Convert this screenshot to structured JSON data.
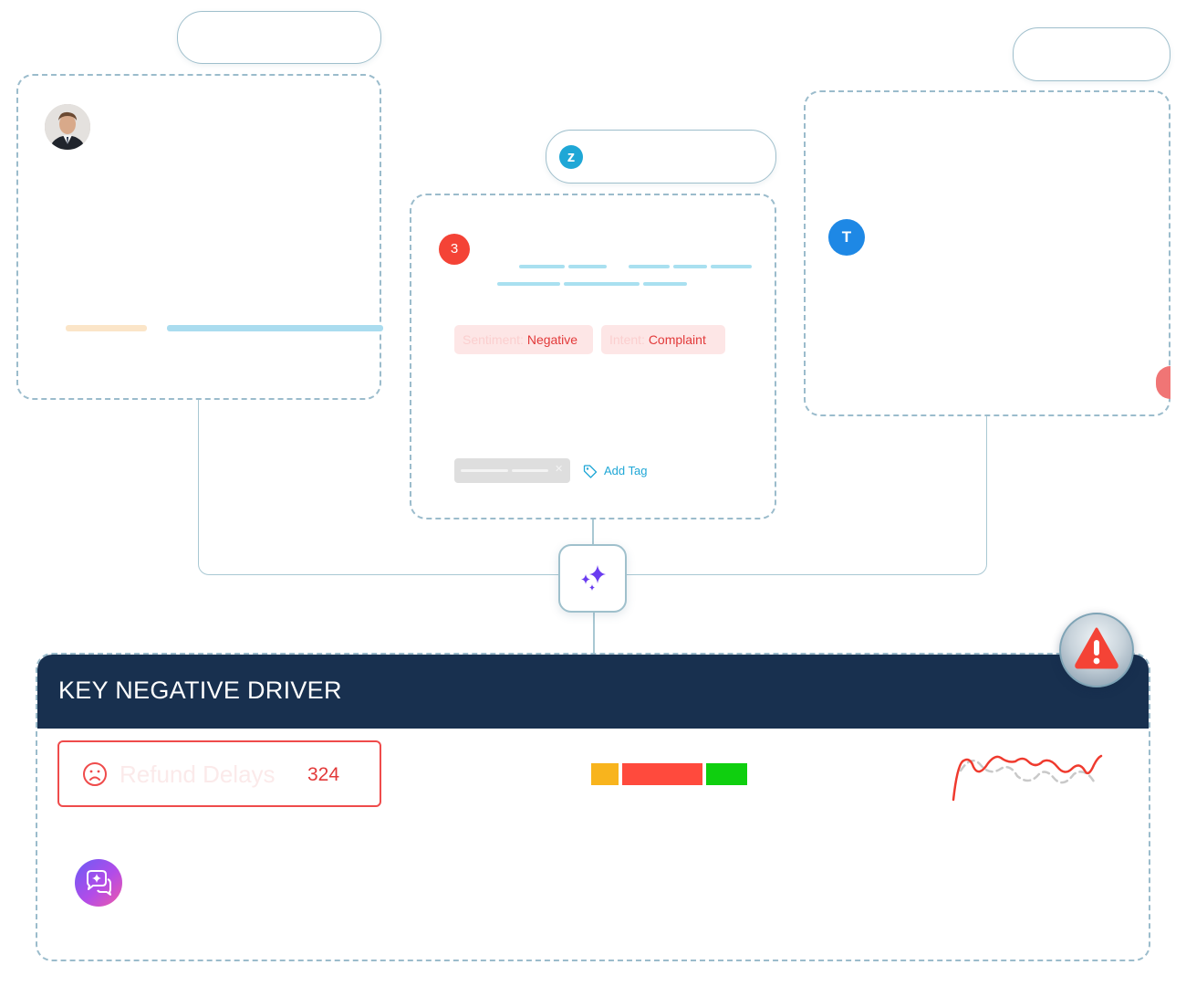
{
  "agent_card": {
    "avatar_alt": "customer avatar"
  },
  "ticket_card": {
    "badge_count": "3",
    "tags": [
      {
        "key": "Sentiment:",
        "value": "Negative"
      },
      {
        "key": "Intent:",
        "value": "Complaint"
      }
    ],
    "add_tag_label": "Add Tag"
  },
  "right_card": {
    "avatar_letter": "T"
  },
  "driver_panel": {
    "title": "KEY NEGATIVE DRIVER",
    "driver": {
      "label": "Refund Delays",
      "count": "324"
    },
    "distribution": [
      {
        "color": "#f8b41d",
        "share": 0.18
      },
      {
        "color": "#ff4a3d",
        "share": 0.52
      },
      {
        "color": "#0fcf0f",
        "share": 0.3
      }
    ]
  },
  "colors": {
    "navy": "#18304f",
    "alert_red": "#f44336",
    "accent_blue": "#1fa7d6",
    "purple": "#6a3cf0"
  }
}
